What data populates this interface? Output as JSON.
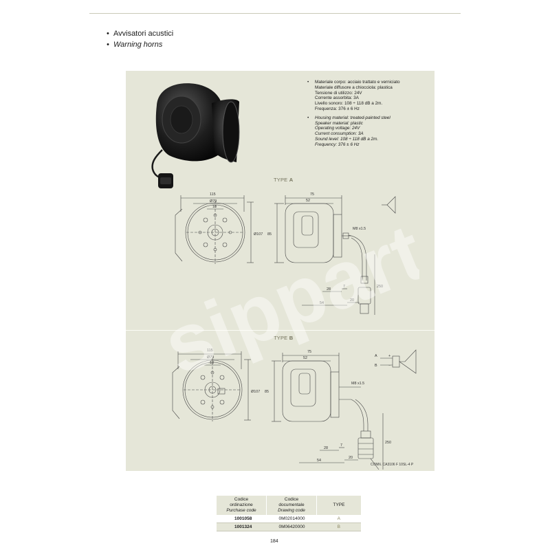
{
  "heading": {
    "bullet": "•",
    "title_it": "Avvisatori acustici",
    "title_en": "Warning horns"
  },
  "specs": {
    "bullet": "•",
    "italian": [
      "Materiale corpo: acciaio trattato e verniciato",
      "Materiale diffusore a chiocciola: plastica",
      "Tensione di utilizzo: 24V",
      "Corrente assorbita: 3A",
      "Livello sonoro: 108 ÷ 118 dB a 2m.",
      "Frequenza: 376 ± 6 Hz"
    ],
    "english": [
      "Housing material: treated-painted steel",
      "Speaker material: plastic",
      "Operating voltage: 24V",
      "Current consumption: 3A",
      "Sound level: 108 ÷ 118 dB a 2m.",
      "Frequency: 376 ± 6 Hz"
    ]
  },
  "type_a": {
    "prefix": "TYPE",
    "letter": "A"
  },
  "type_b": {
    "prefix": "TYPE",
    "letter": "B"
  },
  "dims": {
    "d115": "115",
    "d79": "Ø79",
    "d18": "18",
    "d107": "Ø107",
    "d75": "75",
    "d52": "52",
    "d85": "85",
    "m8": "M8 x1.5",
    "d250": "250",
    "d28": "28",
    "d7": "7",
    "d54": "54",
    "d20": "20"
  },
  "wiring": {
    "a": "A",
    "b": "B",
    "plus": "+",
    "minus": "−"
  },
  "connector_note": "CONN. CA3106 F 10SL-4 P",
  "watermark": "sipparts",
  "table": {
    "headers": [
      {
        "line1": "Codice",
        "line2": "ordinazione",
        "line3": "Purchase code"
      },
      {
        "line1": "Codice",
        "line2": "documentale",
        "line3": "Drawing code"
      },
      {
        "line1": "TYPE"
      }
    ],
    "rows": [
      {
        "code": "1001058",
        "drawing": "0M02014000",
        "type": "A"
      },
      {
        "code": "1001324",
        "drawing": "0M06420000",
        "type": "B"
      }
    ]
  },
  "page_number": "184",
  "colors": {
    "panel": "#e5e6d8",
    "type_label": "#75745e",
    "rule": "#c9c9b8"
  }
}
